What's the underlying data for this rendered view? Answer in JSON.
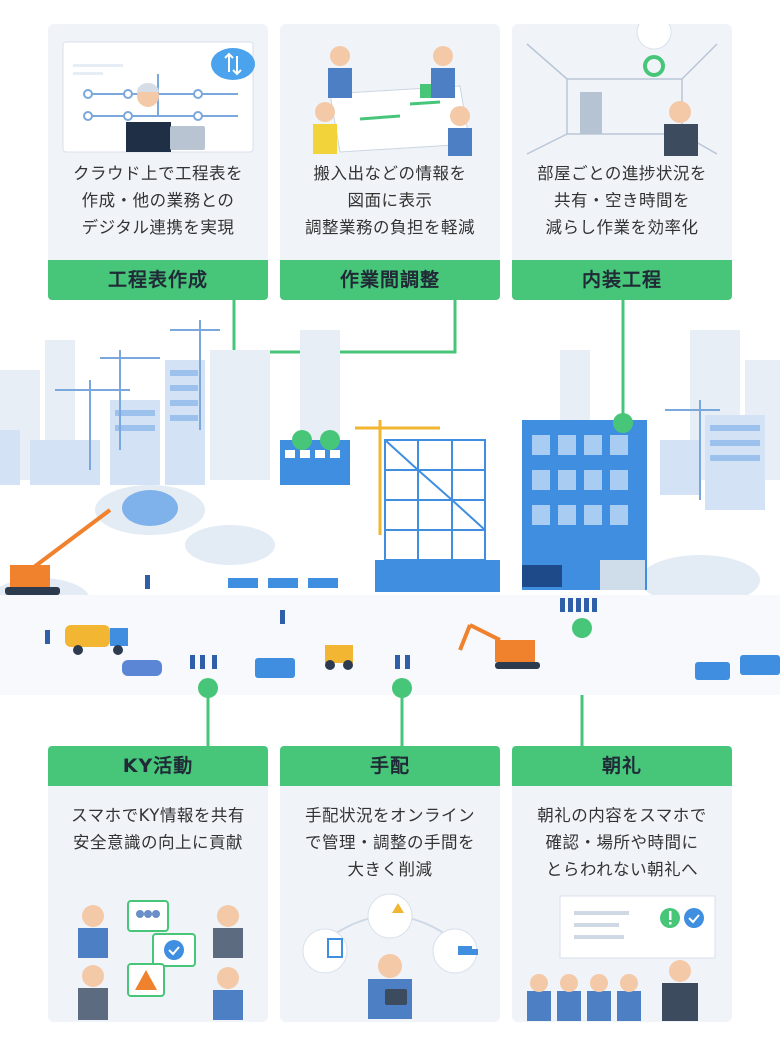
{
  "colors": {
    "accent": "#47c67a",
    "card_bg": "#f0f4f9",
    "building_blue": "#3f8ee0",
    "machine_orange": "#f0822d"
  },
  "top_cards": [
    {
      "label": "工程表作成",
      "desc": [
        "クラウド上で工程表を",
        "作成・他の業務との",
        "デジタル連携を実現"
      ]
    },
    {
      "label": "作業間調整",
      "desc": [
        "搬入出などの情報を",
        "図面に表示",
        "調整業務の負担を軽減"
      ]
    },
    {
      "label": "内装工程",
      "desc": [
        "部屋ごとの進捗状況を",
        "共有・空き時間を",
        "減らし作業を効率化"
      ]
    }
  ],
  "bottom_cards": [
    {
      "label": "KY活動",
      "desc": [
        "スマホでKY情報を共有",
        "安全意識の向上に貢献"
      ]
    },
    {
      "label": "手配",
      "desc": [
        "手配状況をオンライン",
        "で管理・調整の手間を",
        "大きく削減"
      ]
    },
    {
      "label": "朝礼",
      "desc": [
        "朝礼の内容をスマホで",
        "確認・場所や時間に",
        "とらわれない朝礼へ"
      ]
    }
  ],
  "icons": [
    "cloud-sync-icon",
    "location-pin-icon",
    "check-icon",
    "warning-icon",
    "exclamation-icon",
    "document-icon",
    "truck-icon"
  ]
}
